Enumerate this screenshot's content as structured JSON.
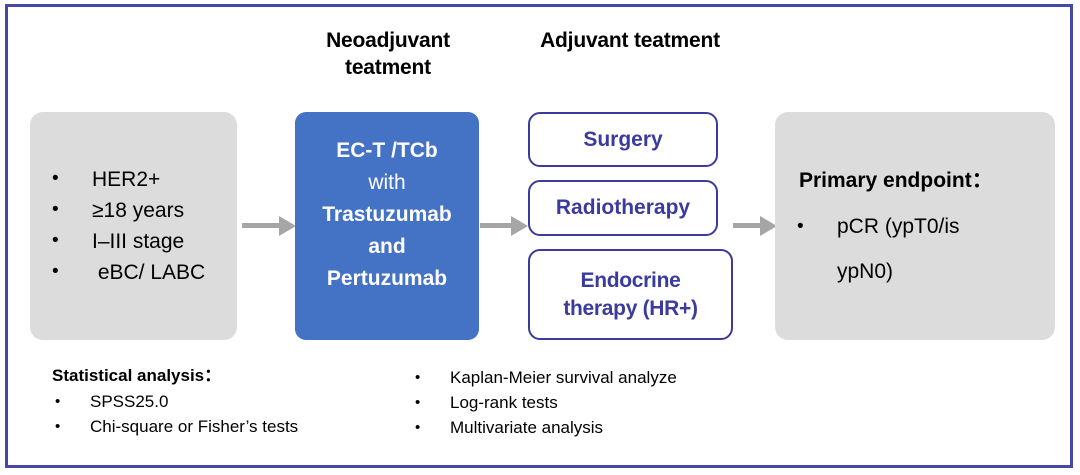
{
  "colors": {
    "frame_border": "#4747a8",
    "gray_box": "#dcdcdc",
    "blue_box": "#4472c4",
    "box_outline_blue": "#3b3b9e",
    "arrow": "#a6a6a6",
    "text": "#000000",
    "white_box_text": "#3b3b9e"
  },
  "headings": {
    "neoadjuvant": "Neoadjuvant\nteatment",
    "adjuvant": "Adjuvant\nteatment"
  },
  "eligibility": {
    "items": [
      "HER2+",
      "≥18 years",
      "I–III stage",
      " eBC/ LABC"
    ]
  },
  "neoadjuvant": {
    "lines": [
      {
        "text": "EC-T /TCb",
        "bold": true
      },
      {
        "text": "with",
        "bold": false
      },
      {
        "text": "Trastuzumab",
        "bold": true
      },
      {
        "text": "and",
        "bold": true
      },
      {
        "text": "Pertuzumab",
        "bold": true
      }
    ]
  },
  "adjuvant": {
    "boxes": [
      {
        "label": "Surgery"
      },
      {
        "label": "Radiotherapy"
      },
      {
        "label": "Endocrine\ntherapy (HR+)"
      }
    ]
  },
  "endpoint": {
    "title": "Primary endpoint：",
    "items": [
      "pCR (ypT0/is",
      "ypN0)"
    ]
  },
  "statistics": {
    "title": "Statistical analysis：",
    "left_items": [
      "SPSS25.0",
      "Chi-square or Fisher’s tests"
    ],
    "right_items": [
      "Kaplan-Meier survival analyze",
      "Log-rank tests",
      "Multivariate analysis"
    ]
  }
}
